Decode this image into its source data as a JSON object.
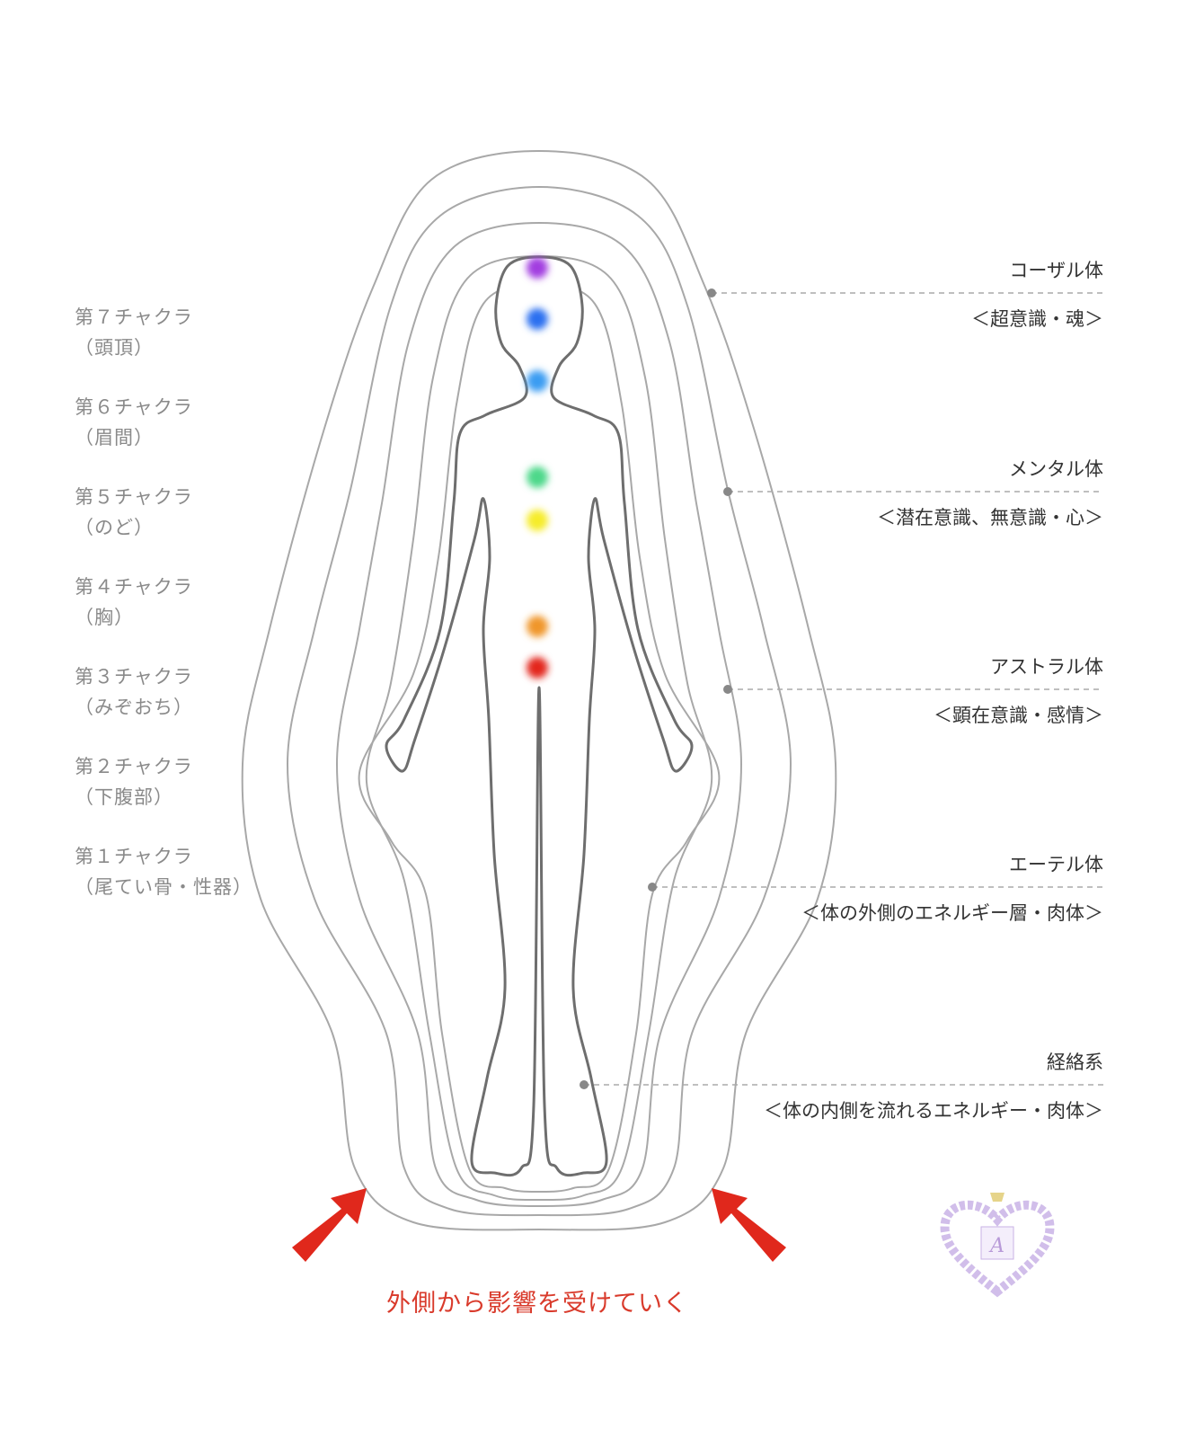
{
  "chakras": [
    {
      "name": "第７チャクラ",
      "place": "（頭頂）",
      "color": "#a23ee0"
    },
    {
      "name": "第６チャクラ",
      "place": "（眉間）",
      "color": "#2a6ff0"
    },
    {
      "name": "第５チャクラ",
      "place": "（のど）",
      "color": "#3a9cf2"
    },
    {
      "name": "第４チャクラ",
      "place": "（胸）",
      "color": "#4ed88a"
    },
    {
      "name": "第３チャクラ",
      "place": "（みぞおち）",
      "color": "#f6ec2a"
    },
    {
      "name": "第２チャクラ",
      "place": "（下腹部）",
      "color": "#f0962a"
    },
    {
      "name": "第１チャクラ",
      "place": "（尾てい骨・性器）",
      "color": "#e3281e"
    }
  ],
  "layers": [
    {
      "name": "コーザル体",
      "description": "＜超意識・魂＞"
    },
    {
      "name": "メンタル体",
      "description": "＜潜在意識、無意識・心＞"
    },
    {
      "name": "アストラル体",
      "description": "＜顕在意識・感情＞"
    },
    {
      "name": "エーテル体",
      "description": "＜体の外側のエネルギー層・肉体＞"
    },
    {
      "name": "経絡系",
      "description": "＜体の内側を流れるエネルギー・肉体＞"
    }
  ],
  "caption": "外側から影響を受けていく",
  "colors": {
    "line": "#a8a8a8",
    "body": "#6e6e6e",
    "arrow": "#e0281c",
    "caption": "#d93a2b"
  },
  "logo": {
    "letter": "A"
  }
}
